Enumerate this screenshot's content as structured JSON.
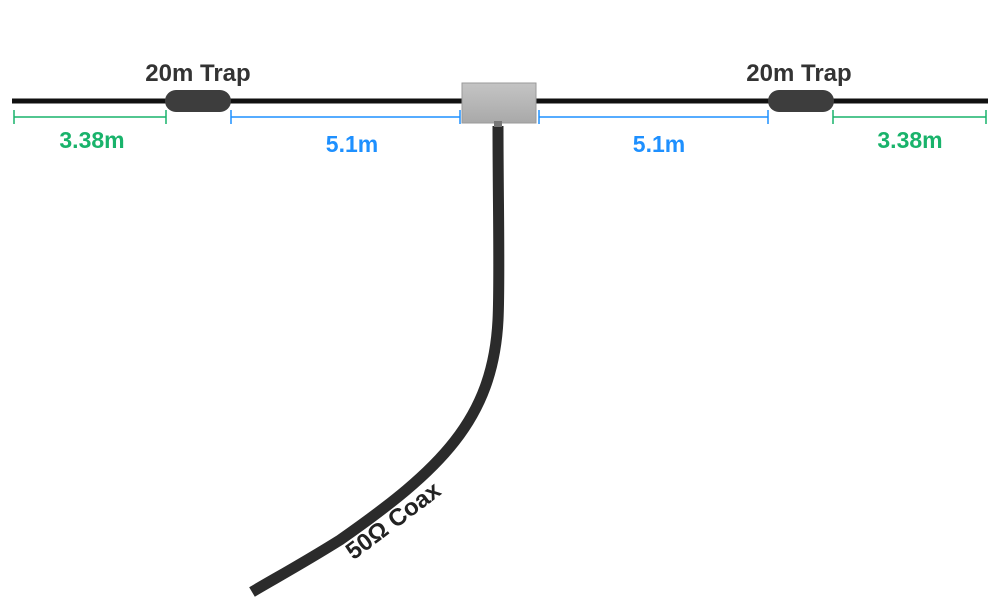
{
  "labels": {
    "trap_left": "20m Trap",
    "trap_right": "20m Trap",
    "outer_left": "3.38m",
    "inner_left": "5.1m",
    "inner_right": "5.1m",
    "outer_right": "3.38m",
    "coax": "50Ω Coax"
  },
  "colors": {
    "wire": "#111111",
    "trap": "#3d3d3d",
    "feedpoint_box": "#b5b5b5",
    "coax": "#2b2b2b",
    "outer_dimension": "#19b36b",
    "inner_dimension": "#1e90ff",
    "label_dark": "#333333"
  }
}
